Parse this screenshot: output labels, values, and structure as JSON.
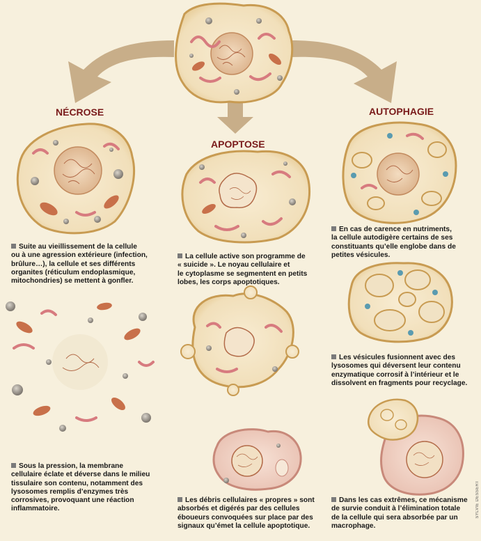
{
  "titles": {
    "necrose": "NÉCROSE",
    "apoptose": "APOPTOSE",
    "autophagie": "AUTOPHAGIE"
  },
  "captions": {
    "necrose_1": [
      "Suite au vieillissement de la cellule",
      "ou à une agression extérieure (infection,",
      "brûlure…), la cellule et ses différents",
      "organites (réticulum endoplasmique,",
      "mitochondries) se mettent à gonfler."
    ],
    "necrose_2": [
      "Sous la pression, la membrane",
      "cellulaire éclate et déverse dans le milieu",
      "tissulaire son contenu, notamment des",
      "lysosomes remplis d’enzymes très",
      "corrosives, provoquant une réaction",
      "inflammatoire."
    ],
    "apoptose_1": [
      "La cellule active son programme de",
      "« suicide ». Le noyau cellulaire et",
      "le cytoplasme se segmentent en petits",
      "lobes, les corps apoptotiques."
    ],
    "apoptose_2": [
      "Les débris cellulaires « propres » sont",
      "absorbés et digérés par des cellules",
      "éboueurs convoquées sur place par des",
      "signaux qu’émet la cellule apoptotique."
    ],
    "autophagie_1": [
      "En cas de carence en nutriments,",
      "la cellule autodigère certains de ses",
      "constituants qu’elle englobe dans de",
      "petites vésicules."
    ],
    "autophagie_2": [
      "Les vésicules fusionnent avec des",
      "lysosomes qui déversent leur contenu",
      "enzymatique corrosif à l’intérieur et le",
      "dissolvent en fragments pour recyclage."
    ],
    "autophagie_3": [
      "Dans les cas extrêmes, ce mécanisme",
      "de survie conduit à l’élimination totale",
      "de la cellule qui sera absorbée par un",
      "macrophage."
    ]
  },
  "credit": "SYLVIE DESSERT",
  "colors": {
    "background": "#f7f0dd",
    "cytoplasm": "#f4e6c6",
    "membrane": "#c89b52",
    "arrow": "#bfa27a",
    "mitochondria": "#c8704a",
    "reticulum": "#d77b7f",
    "nucleus": "#e8c9a6",
    "vacuole": "#9a9288",
    "lysosome": "#5a9bb0",
    "title": "#7a1b1b"
  }
}
